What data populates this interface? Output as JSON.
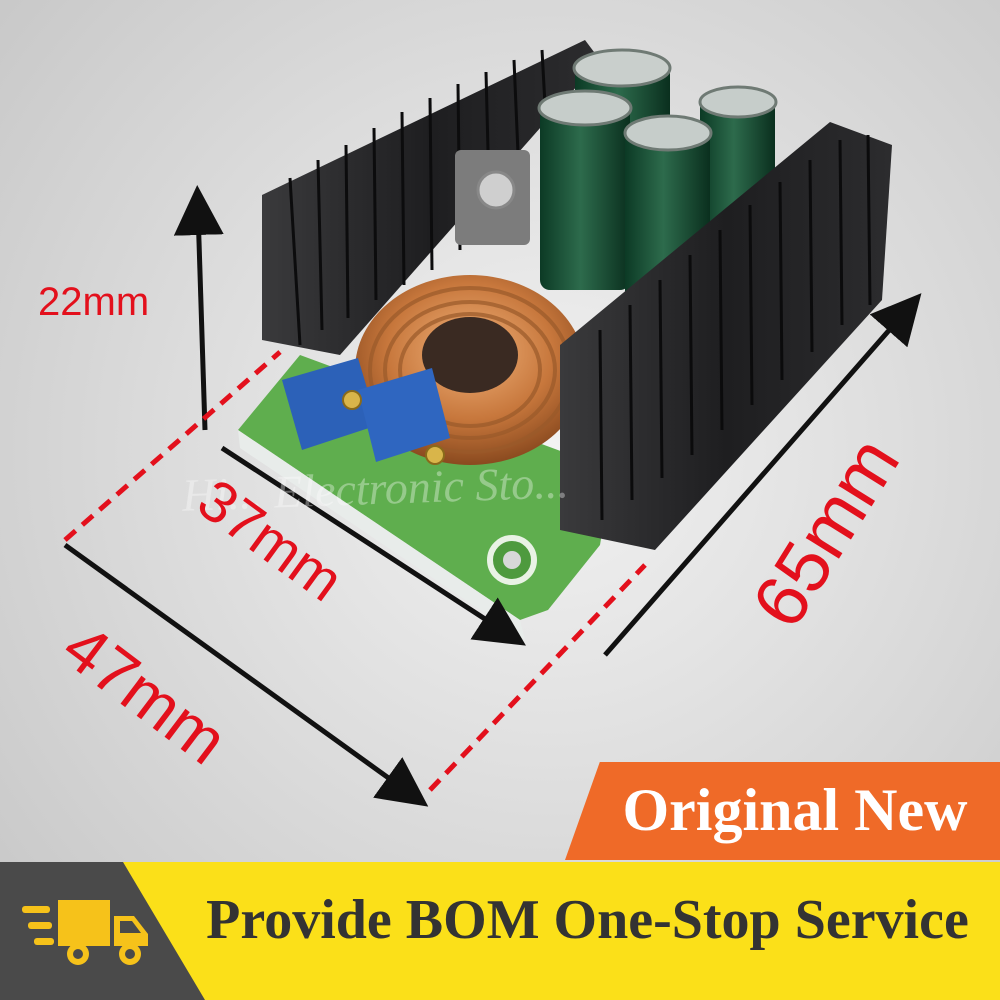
{
  "dimensions": {
    "height": "22mm",
    "width_inner": "37mm",
    "width_outer": "47mm",
    "length": "65mm"
  },
  "watermark": "Hi... Electronic Sto...",
  "banner": {
    "headline": "Original New",
    "tagline": "Provide BOM One-Stop Service"
  },
  "icons": {
    "delivery": "delivery-truck-icon"
  },
  "colors": {
    "dimension_label": "#e3101c",
    "banner_orange": "#ef6a28",
    "bar_yellow": "#fbe019",
    "truck_panel": "#4a4a4a",
    "tagline_text": "#333333"
  }
}
